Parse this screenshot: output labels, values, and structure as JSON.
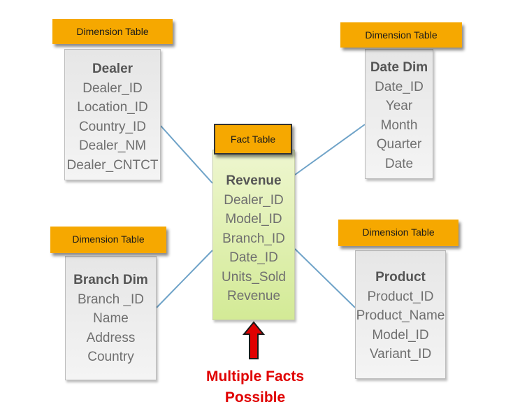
{
  "labels": {
    "dimension": "Dimension Table",
    "fact": "Fact Table"
  },
  "tables": {
    "dealer": {
      "name": "Dealer",
      "fields": [
        "Dealer_ID",
        "Location_ID",
        "Country_ID",
        "Dealer_NM",
        "Dealer_CNTCT"
      ]
    },
    "date": {
      "name": "Date Dim",
      "fields": [
        "Date_ID",
        "Year",
        "Month",
        "Quarter",
        "Date"
      ]
    },
    "fact": {
      "name": "Revenue",
      "fields": [
        "Dealer_ID",
        "Model_ID",
        "Branch_ID",
        "Date_ID",
        "Units_Sold",
        "Revenue"
      ]
    },
    "branch": {
      "name": "Branch Dim",
      "fields": [
        "Branch _ID",
        "Name",
        "Address",
        "Country"
      ]
    },
    "product": {
      "name": "Product",
      "fields": [
        "Product_ID",
        "Product_Name",
        "Model_ID",
        "Variant_ID"
      ]
    }
  },
  "note": {
    "line1": "Multiple Facts",
    "line2": "Possible"
  },
  "colors": {
    "label": "#f6a800",
    "connector": "#6fa3c8",
    "arrow": "#e00000",
    "note": "#e00000"
  }
}
